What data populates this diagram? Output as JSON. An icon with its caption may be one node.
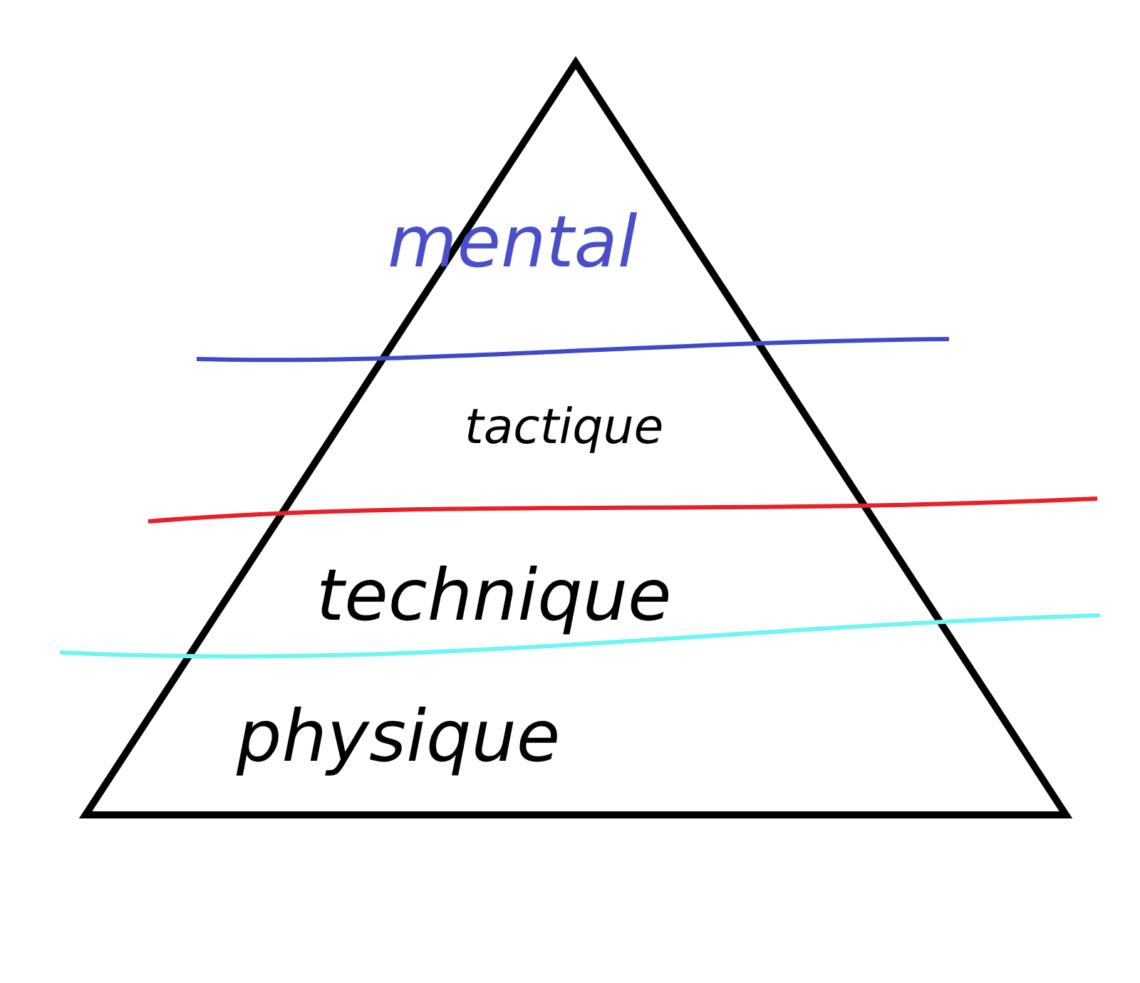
{
  "diagram": {
    "labels": [
      "mental",
      "tactique",
      "technique",
      "physique"
    ]
  }
}
